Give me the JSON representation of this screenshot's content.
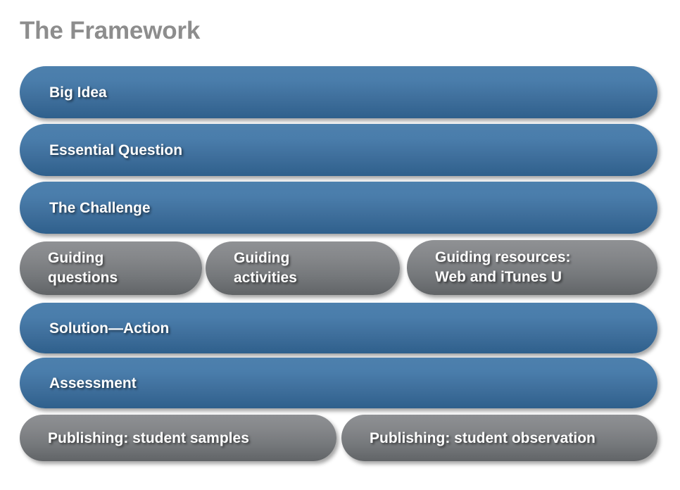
{
  "slide": {
    "title": "The Framework",
    "background_color": "#ffffff",
    "title_color": "#8d8d8d"
  },
  "theme": {
    "blue_top": "#4d80ad",
    "blue_bottom": "#2f608c",
    "gray_top": "#8f9194",
    "gray_bottom": "#616467",
    "label_color": "#ffffff"
  },
  "rows": [
    {
      "id": "big-idea",
      "label": "Big Idea",
      "style": "blue"
    },
    {
      "id": "essential-question",
      "label": "Essential Question",
      "style": "blue"
    },
    {
      "id": "the-challenge",
      "label": "The Challenge",
      "style": "blue"
    },
    {
      "id": "guiding-questions",
      "label": "Guiding\nquestions",
      "style": "gray"
    },
    {
      "id": "guiding-activities",
      "label": "Guiding\nactivities",
      "style": "gray"
    },
    {
      "id": "guiding-resources",
      "label": "Guiding resources:\nWeb and iTunes U",
      "style": "gray"
    },
    {
      "id": "solution-action",
      "label": "Solution—Action",
      "style": "blue"
    },
    {
      "id": "assessment",
      "label": "Assessment",
      "style": "blue"
    },
    {
      "id": "publishing-samples",
      "label": "Publishing: student samples",
      "style": "gray"
    },
    {
      "id": "publishing-observation",
      "label": "Publishing: student observation",
      "style": "gray"
    }
  ]
}
